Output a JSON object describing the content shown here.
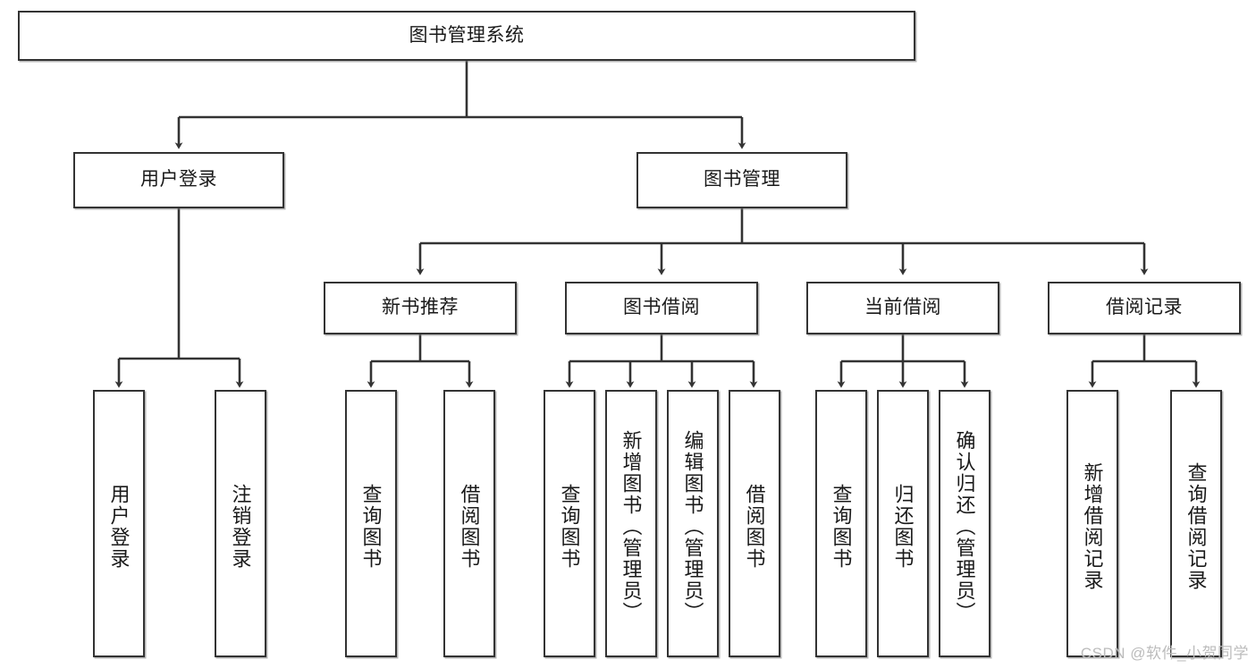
{
  "diagram": {
    "title_text": "图书管理系统",
    "watermark": "CSDN @软件_小贺同学",
    "colors": {
      "box_border": "#333333",
      "connector": "#333333",
      "background": "#ffffff",
      "text": "#1a1a1a",
      "watermark": "#bcbcbc"
    },
    "levels": {
      "root": "图书管理系统",
      "level2": [
        "用户登录",
        "图书管理"
      ],
      "level3": [
        "新书推荐",
        "图书借阅",
        "当前借阅",
        "借阅记录"
      ]
    },
    "nodes": {
      "root": {
        "label": "图书管理系统",
        "orientation": "horizontal"
      },
      "n_user_login": {
        "label": "用户登录",
        "orientation": "horizontal"
      },
      "n_book_mgmt": {
        "label": "图书管理",
        "orientation": "horizontal"
      },
      "n_new_book_rec": {
        "label": "新书推荐",
        "orientation": "horizontal"
      },
      "n_book_borrow": {
        "label": "图书借阅",
        "orientation": "horizontal"
      },
      "n_current_borrow": {
        "label": "当前借阅",
        "orientation": "horizontal"
      },
      "n_borrow_record": {
        "label": "借阅记录",
        "orientation": "horizontal"
      },
      "leaf_user_login": {
        "label": "用户登录",
        "orientation": "vertical"
      },
      "leaf_logout": {
        "label": "注销登录",
        "orientation": "vertical"
      },
      "leaf_query_book_1": {
        "label": "查询图书",
        "orientation": "vertical"
      },
      "leaf_borrow_book_1": {
        "label": "借阅图书",
        "orientation": "vertical"
      },
      "leaf_query_book_2": {
        "label": "查询图书",
        "orientation": "vertical"
      },
      "leaf_add_book": {
        "label": "新增图书（管理员）",
        "orientation": "vertical"
      },
      "leaf_edit_book": {
        "label": "编辑图书（管理员）",
        "orientation": "vertical"
      },
      "leaf_borrow_book_2": {
        "label": "借阅图书",
        "orientation": "vertical"
      },
      "leaf_query_book_3": {
        "label": "查询图书",
        "orientation": "vertical"
      },
      "leaf_return_book": {
        "label": "归还图书",
        "orientation": "vertical"
      },
      "leaf_confirm_return": {
        "label": "确认归还（管理员）",
        "orientation": "vertical"
      },
      "leaf_add_record": {
        "label": "新增借阅记录",
        "orientation": "vertical"
      },
      "leaf_query_record": {
        "label": "查询借阅记录",
        "orientation": "vertical"
      }
    },
    "edges": [
      {
        "from": "图书管理系统",
        "to": "用户登录"
      },
      {
        "from": "图书管理系统",
        "to": "图书管理"
      },
      {
        "from": "用户登录",
        "to": "用户登录"
      },
      {
        "from": "用户登录",
        "to": "注销登录"
      },
      {
        "from": "图书管理",
        "to": "新书推荐"
      },
      {
        "from": "图书管理",
        "to": "图书借阅"
      },
      {
        "from": "图书管理",
        "to": "当前借阅"
      },
      {
        "from": "图书管理",
        "to": "借阅记录"
      },
      {
        "from": "新书推荐",
        "to": "查询图书"
      },
      {
        "from": "新书推荐",
        "to": "借阅图书"
      },
      {
        "from": "图书借阅",
        "to": "查询图书"
      },
      {
        "from": "图书借阅",
        "to": "新增图书（管理员）"
      },
      {
        "from": "图书借阅",
        "to": "编辑图书（管理员）"
      },
      {
        "from": "图书借阅",
        "to": "借阅图书"
      },
      {
        "from": "当前借阅",
        "to": "查询图书"
      },
      {
        "from": "当前借阅",
        "to": "归还图书"
      },
      {
        "from": "当前借阅",
        "to": "确认归还（管理员）"
      },
      {
        "from": "借阅记录",
        "to": "新增借阅记录"
      },
      {
        "from": "借阅记录",
        "to": "查询借阅记录"
      }
    ]
  }
}
